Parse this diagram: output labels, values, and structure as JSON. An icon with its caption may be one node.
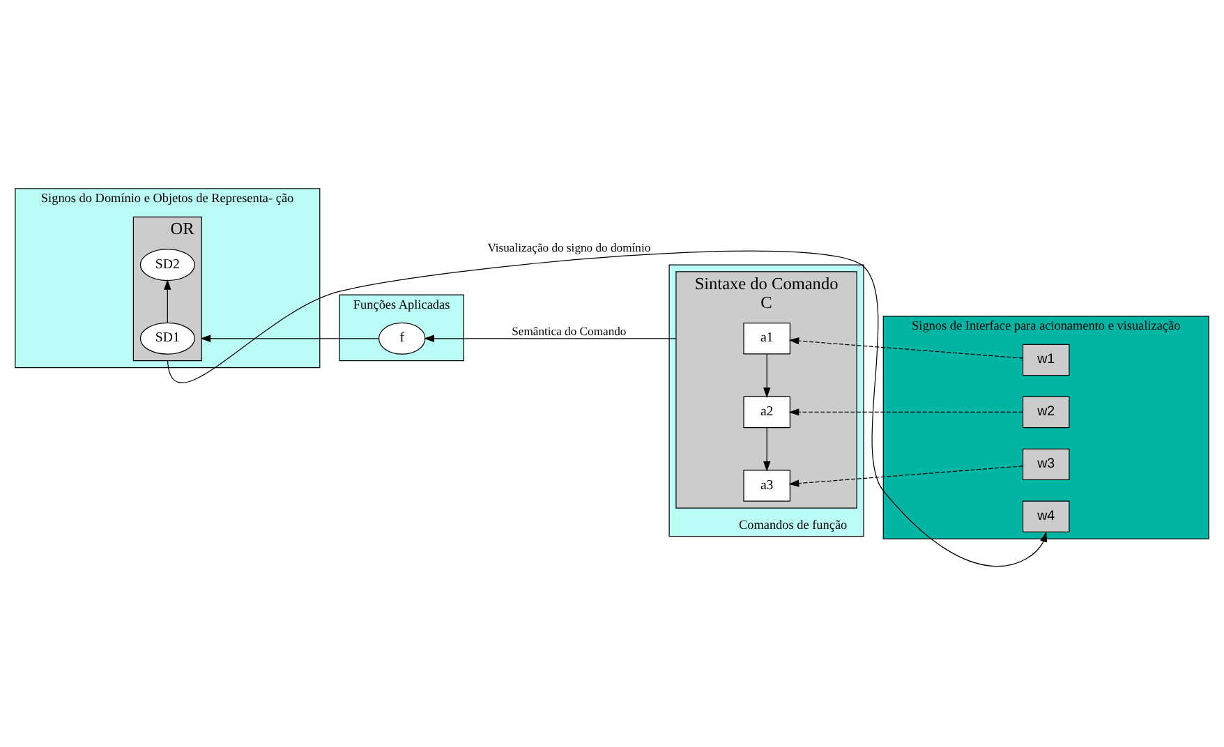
{
  "diagram": {
    "nodes": [
      {
        "text": [
          "Signos do Domínio e Objetos de Representa- ção"
        ]
      },
      {
        "text": [
          "Funções Aplicadas"
        ]
      },
      {
        "text": [
          "Comandos de função"
        ]
      },
      {
        "text": [
          "Signos de Interface para acionamento e visualização"
        ]
      },
      {
        "text": [
          "OR"
        ],
        "in": 0
      },
      {
        "text": [
          "SD1"
        ],
        "in": 4
      },
      {
        "text": [
          "SD2"
        ],
        "in": 4
      },
      {
        "text": [
          "f"
        ],
        "in": 1
      },
      {
        "text": [
          "Sintaxe do Comando",
          "C"
        ],
        "in": 2
      },
      {
        "text": [
          "a1"
        ],
        "in": 8
      },
      {
        "text": [
          "a2"
        ],
        "in": 8
      },
      {
        "text": [
          "a3"
        ],
        "in": 8
      },
      {
        "text": [
          "w1"
        ],
        "in": 3
      },
      {
        "text": [
          "w2"
        ],
        "in": 3
      },
      {
        "text": [
          "w3"
        ],
        "in": 3
      },
      {
        "text": [
          "w4"
        ],
        "in": 3
      }
    ],
    "edges": [
      {
        "from": 5,
        "to": 6,
        "arrow": "to"
      },
      {
        "from": 9,
        "to": 10,
        "arrow": "to"
      },
      {
        "from": 10,
        "to": 11,
        "arrow": "to"
      },
      {
        "from": 12,
        "to": 9,
        "arrow": "to",
        "style": "dashed"
      },
      {
        "from": 13,
        "to": 10,
        "arrow": "to",
        "style": "dashed"
      },
      {
        "from": 14,
        "to": 11,
        "arrow": "to",
        "style": "dashed"
      },
      {
        "from": 8,
        "to": 7,
        "arrow": "to",
        "label": "Semântica do Comando"
      },
      {
        "from": 7,
        "to": 4,
        "arrow": "to"
      },
      {
        "from": 4,
        "to": 15,
        "arrow": "to",
        "label": "Visualização do signo do domínio"
      }
    ]
  }
}
